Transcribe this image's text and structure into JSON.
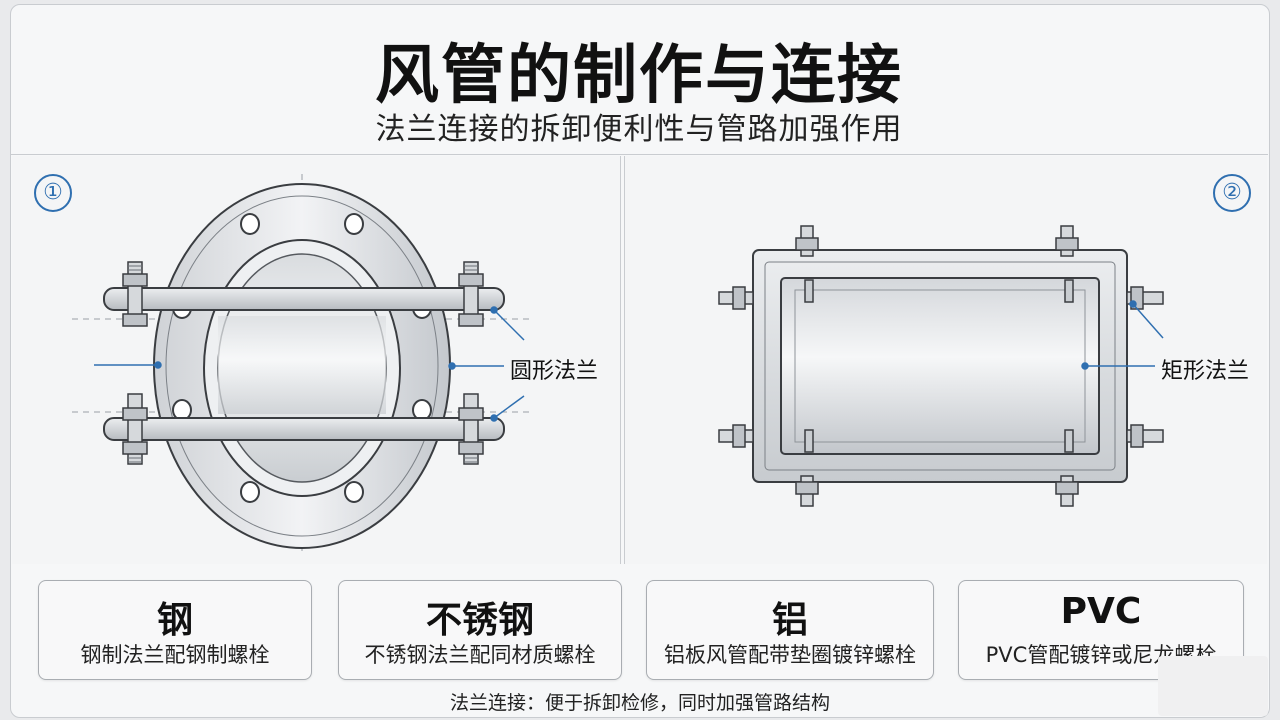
{
  "header": {
    "title": "风管的制作与连接",
    "subtitle": "法兰连接的拆卸便利性与管路加强作用"
  },
  "left_panel": {
    "badge": "①",
    "callout": "圆形法兰"
  },
  "right_panel": {
    "badge": "②",
    "callout": "矩形法兰"
  },
  "cards": [
    {
      "title": "钢",
      "desc": "钢制法兰配钢制螺栓"
    },
    {
      "title": "不锈钢",
      "desc": "不锈钢法兰配同材质螺栓"
    },
    {
      "title": "铝",
      "desc": "铝板风管配带垫圈镀锌螺栓"
    },
    {
      "title": "PVC",
      "desc": "PVC管配镀锌或尼龙螺栓"
    }
  ],
  "footer": "法兰连接：便于拆卸检修，同时加强管路结构",
  "colors": {
    "accent_blue": "#2f6fb0",
    "metal_light": "#e4e6e9",
    "metal_dark": "#8b9096",
    "outline": "#3a3d41"
  }
}
